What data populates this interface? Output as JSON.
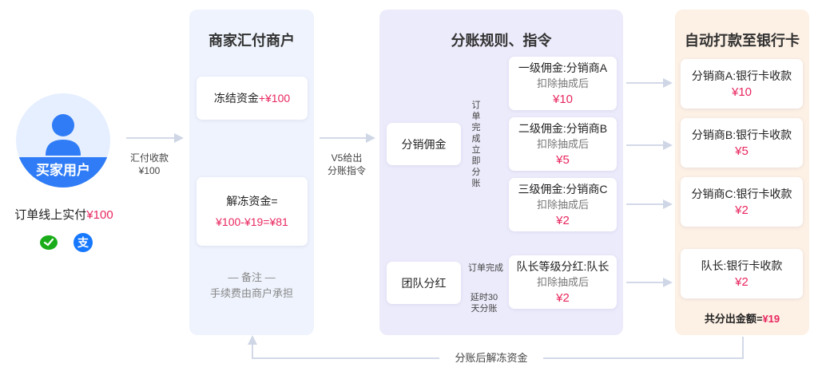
{
  "buyer": {
    "label": "买家用户",
    "paid_prefix": "订单线上实付",
    "paid_amount": "¥100",
    "wechat_icon": "wechat-pay-icon",
    "alipay_icon": "alipay-icon",
    "alipay_glyph": "支",
    "user_icon": "user-icon"
  },
  "flow_labels": {
    "remit": [
      "汇付收款",
      "¥100"
    ],
    "v5": [
      "V5给出",
      "分账指令"
    ],
    "order_done_vertical": "订单完成立即分账",
    "order_done": "订单完成",
    "delay": [
      "延时30",
      "天分账"
    ],
    "unfreeze": "分账后解冻资金"
  },
  "merchant": {
    "title": "商家汇付商户",
    "frozen_label": "冻结资金",
    "frozen_amount": "+¥100",
    "unfreeze_label": "解冻资金=",
    "unfreeze_formula": "¥100-¥19=¥81",
    "note_title": "— 备注 —",
    "note_text": "手续费由商户承担"
  },
  "rules": {
    "title": "分账规则、指令",
    "commission": "分销佣金",
    "team_bonus": "团队分红",
    "items": [
      {
        "title": "一级佣金:分销商A",
        "sub": "扣除抽成后",
        "amount": "¥10"
      },
      {
        "title": "二级佣金:分销商B",
        "sub": "扣除抽成后",
        "amount": "¥5"
      },
      {
        "title": "三级佣金:分销商C",
        "sub": "扣除抽成后",
        "amount": "¥2"
      },
      {
        "title": "队长等级分红:队长",
        "sub": "扣除抽成后",
        "amount": "¥2"
      }
    ]
  },
  "bank": {
    "title": "自动打款至银行卡",
    "items": [
      {
        "title": "分销商A:银行卡收款",
        "amount": "¥10"
      },
      {
        "title": "分销商B:银行卡收款",
        "amount": "¥5"
      },
      {
        "title": "分销商C:银行卡收款",
        "amount": "¥2"
      },
      {
        "title": "队长:银行卡收款",
        "amount": "¥2"
      }
    ],
    "total_label": "共分出金额=",
    "total_amount": "¥19"
  },
  "colors": {
    "accent": "#e8265f",
    "blue": "#2f7cf6",
    "merchant_bg": "#eef3fd",
    "rules_bg": "#ecebfb",
    "bank_bg": "#fdf0e4",
    "wechat": "#1aad19",
    "alipay": "#1677ff"
  }
}
